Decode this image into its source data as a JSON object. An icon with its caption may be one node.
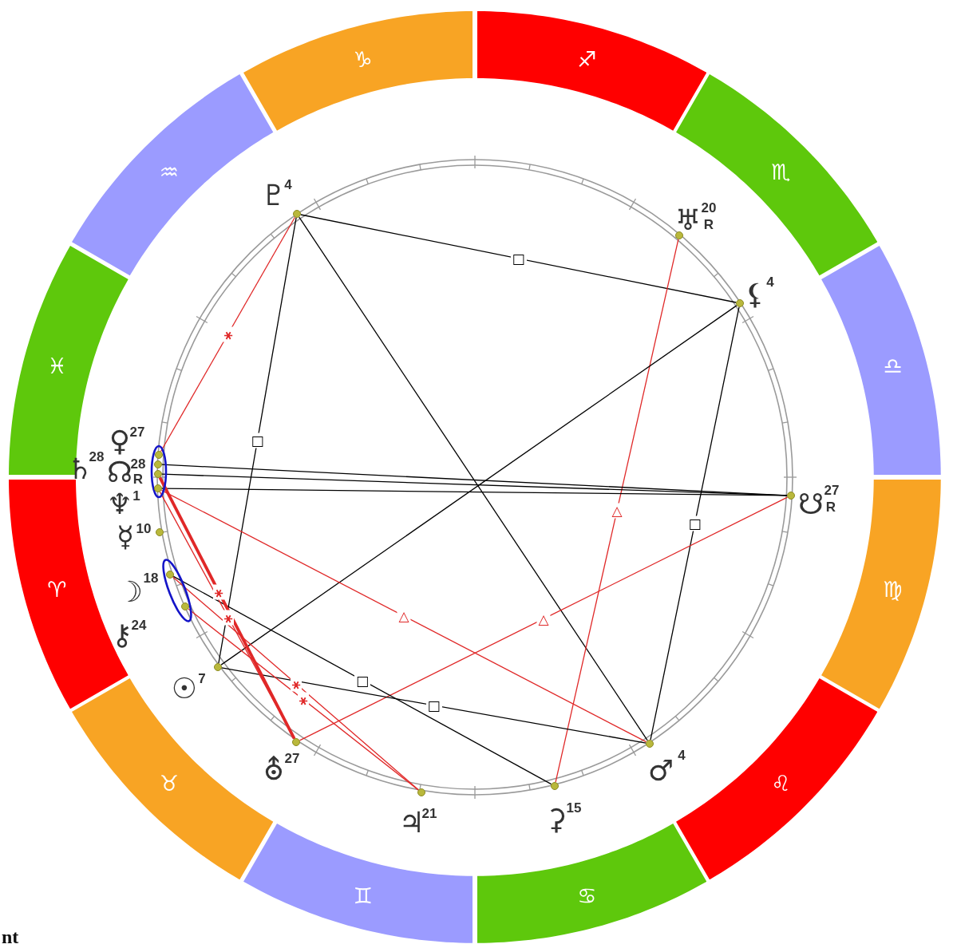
{
  "diagram": {
    "nodes": [
      {
        "text": [
          "♑"
        ]
      },
      {
        "text": [
          "♐"
        ]
      },
      {
        "text": [
          "♏"
        ]
      },
      {
        "text": [
          "♎"
        ]
      },
      {
        "text": [
          "♍"
        ]
      },
      {
        "text": [
          "♌"
        ]
      },
      {
        "text": [
          "♋"
        ]
      },
      {
        "text": [
          "♊"
        ]
      },
      {
        "text": [
          "♉"
        ]
      },
      {
        "text": [
          "♈"
        ]
      },
      {
        "text": [
          "♓"
        ]
      },
      {
        "text": [
          "♒"
        ]
      },
      {
        "text": [],
        "shape": "circle",
        "beside": [
          "♇",
          "4"
        ]
      },
      {
        "text": [],
        "shape": "circle",
        "beside": [
          "♅",
          "20",
          "R"
        ]
      },
      {
        "text": [],
        "shape": "circle",
        "beside": [
          "⚸",
          "4"
        ]
      },
      {
        "text": [],
        "shape": "circle",
        "beside": [
          "☋",
          "27",
          "R"
        ]
      },
      {
        "text": [],
        "shape": "circle",
        "beside": [
          "♂",
          "4"
        ]
      },
      {
        "text": [],
        "shape": "circle",
        "beside": [
          "⚳",
          "15"
        ]
      },
      {
        "text": [],
        "shape": "circle",
        "beside": [
          "♃",
          "21"
        ]
      },
      {
        "text": [],
        "shape": "circle",
        "beside": [
          "⛢",
          "27"
        ]
      },
      {
        "text": [],
        "shape": "circle",
        "beside": [
          "☉",
          "7"
        ]
      },
      {
        "text": [],
        "shape": "circle",
        "beside": [
          "⚷",
          "24"
        ]
      },
      {
        "text": [],
        "shape": "circle",
        "beside": [
          "☽",
          "18"
        ]
      },
      {
        "text": [],
        "shape": "circle",
        "beside": [
          "☿",
          "10"
        ]
      },
      {
        "text": [],
        "shape": "circle",
        "beside": [
          "♄",
          "28"
        ]
      },
      {
        "text": [],
        "shape": "circle",
        "beside": [
          "♀",
          "27"
        ]
      },
      {
        "text": [],
        "shape": "circle",
        "beside": [
          "☊",
          "28",
          "R"
        ]
      },
      {
        "text": [],
        "shape": "circle",
        "beside": [
          "♆",
          "1"
        ]
      }
    ],
    "edges": [
      {
        "from": 12,
        "to": 14,
        "arrow": "none",
        "label": "□"
      },
      {
        "from": 12,
        "to": 16,
        "arrow": "none"
      },
      {
        "from": 12,
        "to": 20,
        "arrow": "none",
        "label": "□"
      },
      {
        "from": 12,
        "to": 25,
        "arrow": "none",
        "label": "⚹",
        "color": "#e02828"
      },
      {
        "from": 13,
        "to": 17,
        "arrow": "none",
        "label": "△",
        "color": "#e02828"
      },
      {
        "from": 14,
        "to": 20,
        "arrow": "none"
      },
      {
        "from": 14,
        "to": 16,
        "arrow": "none",
        "label": "□"
      },
      {
        "from": 15,
        "to": 24,
        "arrow": "none"
      },
      {
        "from": 15,
        "to": 26,
        "arrow": "none"
      },
      {
        "from": 15,
        "to": 27,
        "arrow": "none"
      },
      {
        "from": 15,
        "to": 19,
        "arrow": "none",
        "label": "△",
        "color": "#e02828"
      },
      {
        "from": 16,
        "to": 20,
        "arrow": "none",
        "label": "□"
      },
      {
        "from": 16,
        "to": 27,
        "arrow": "none",
        "label": "△",
        "color": "#e02828"
      },
      {
        "from": 17,
        "to": 22,
        "arrow": "none",
        "label": "□"
      },
      {
        "from": 18,
        "to": 22,
        "arrow": "none",
        "label": "⚹",
        "color": "#e02828"
      },
      {
        "from": 18,
        "to": 21,
        "arrow": "none",
        "label": "⚹",
        "color": "#e02828"
      },
      {
        "from": 19,
        "to": 26,
        "arrow": "none",
        "label": "⚹",
        "style": "thick",
        "color": "#e02828"
      },
      {
        "from": 19,
        "to": 27,
        "arrow": "none",
        "label": "⚹",
        "color": "#e02828"
      }
    ],
    "labels": [
      "nt"
    ]
  }
}
